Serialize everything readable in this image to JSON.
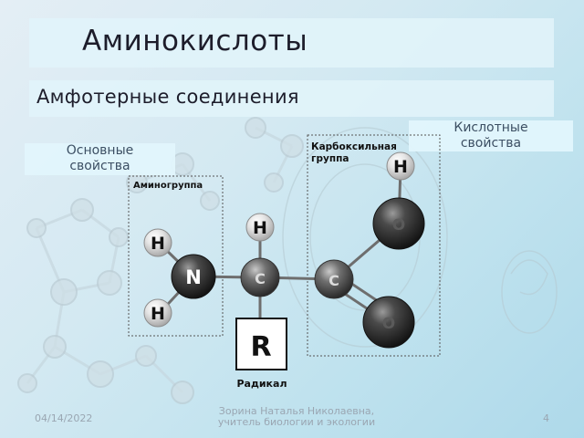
{
  "slide": {
    "title": "Аминокислоты",
    "subtitle": "Амфотерные  соединения"
  },
  "labels": {
    "basic_line1": "Основные",
    "basic_line2": "свойства",
    "acidic_line1": "Кислотные",
    "acidic_line2": "свойства",
    "amino_group": "Аминогруппа",
    "carboxyl_line1": "Карбоксильная",
    "carboxyl_line2": "группа",
    "radical": "Радикал"
  },
  "atoms": {
    "h_top_left": "H",
    "h_bottom_left": "H",
    "nitrogen": "N",
    "h_alpha": "H",
    "c_alpha": "C",
    "c_carboxyl": "C",
    "oxygen_top": "O",
    "oxygen_bottom": "O",
    "h_carboxyl": "H",
    "radical_symbol": "R"
  },
  "footer": {
    "date": "04/14/2022",
    "author_line1": "Зорина Наталья Николаевна,",
    "author_line2": "учитель биологии и экологии",
    "page": "4"
  },
  "colors": {
    "atom_dark": "#2b2b2b",
    "atom_light": "#d9d9d9",
    "bond": "#6e6e6e",
    "title_bar": "#e1f3fa"
  }
}
